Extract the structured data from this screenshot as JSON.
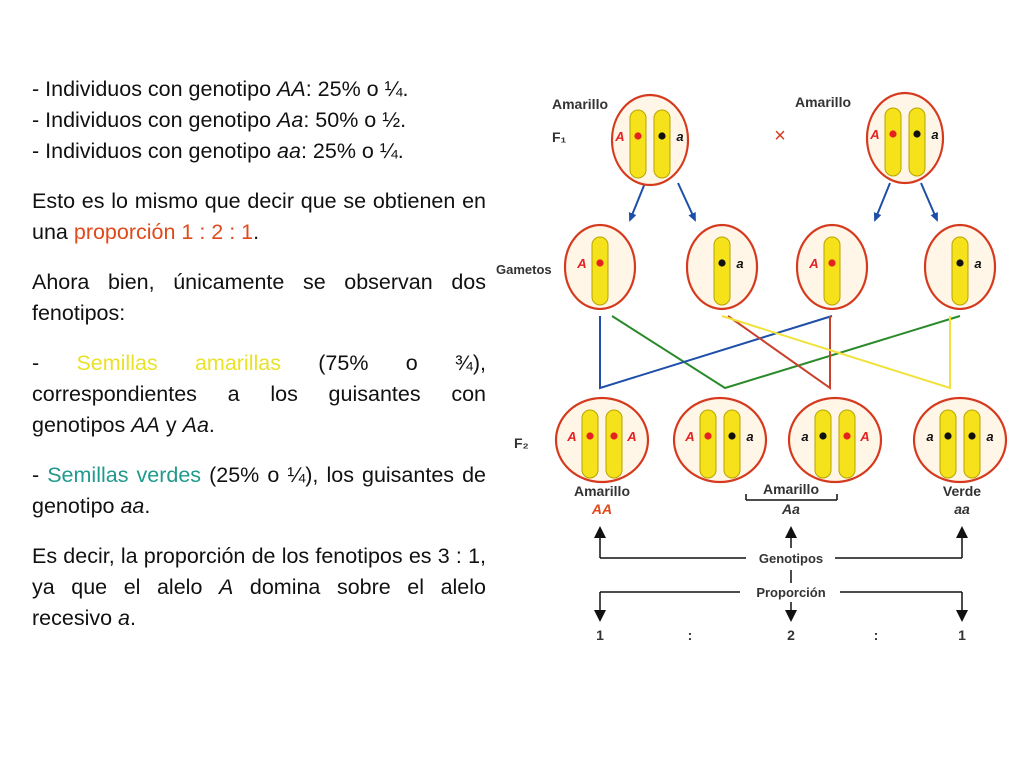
{
  "text": {
    "genotype_lines": [
      {
        "prefix": "- Individuos con genotipo ",
        "genotype": "AA",
        "suffix": ": 25% o ¼."
      },
      {
        "prefix": "- Individuos con genotipo ",
        "genotype": "Aa",
        "suffix": ": 50% o ½."
      },
      {
        "prefix": "- Individuos con genotipo ",
        "genotype": "aa",
        "suffix": ": 25% o ¼."
      }
    ],
    "proportion_para": {
      "before": "Esto es lo mismo que decir que se obtienen en una ",
      "highlight": "proporción 1 : 2 : 1",
      "after": "."
    },
    "phenotypes_intro": "Ahora bien, únicamente se observan dos fenotipos:",
    "yellow_para": {
      "dash": "- ",
      "highlight": "Semillas amarillas",
      "middle": " (75% o ¾), correspondientes a los guisantes con genotipos ",
      "g1": "AA",
      "and": " y ",
      "g2": "Aa",
      "end": "."
    },
    "green_para": {
      "dash": "- ",
      "highlight": "Semillas verdes",
      "middle": " (25% o ¼), los guisantes de genotipo ",
      "g1": "aa",
      "end": "."
    },
    "conclusion_para": {
      "before": "Es decir, la proporción de los fenotipos es 3 : 1, ya que el alelo ",
      "allele_dom": "A",
      "middle": " domina sobre el alelo recesivo ",
      "allele_rec": "a",
      "end": "."
    }
  },
  "diagram": {
    "f1_label": "F₁",
    "f2_label": "F₂",
    "gametes_label": "Gametos",
    "parent_left_label": "Amarillo",
    "parent_right_label": "Amarillo",
    "cross_symbol": "×",
    "parent_left_alleles": [
      "A",
      "a"
    ],
    "parent_right_alleles": [
      "A",
      "a"
    ],
    "gametes": [
      "A",
      "a",
      "A",
      "a"
    ],
    "offspring": [
      {
        "alleles": [
          "A",
          "A"
        ]
      },
      {
        "alleles": [
          "A",
          "a"
        ]
      },
      {
        "alleles": [
          "a",
          "A"
        ]
      },
      {
        "alleles": [
          "a",
          "a"
        ]
      }
    ],
    "phenotype_labels": {
      "left": "Amarillo",
      "middle": "Amarillo",
      "right": "Verde"
    },
    "genotype_labels": {
      "left": "AA",
      "middle": "Aa",
      "right": "aa"
    },
    "genotypes_title": "Genotipos",
    "proportion_title": "Proporción",
    "ratio": [
      "1",
      ":",
      "2",
      ":",
      "1"
    ],
    "colors": {
      "cell_outline": "#d63a1e",
      "cell_fill": "#fff6e8",
      "chromosome": "#f5e21a",
      "allele_dominant_dot": "#e52222",
      "allele_recessive_dot": "#111111",
      "allele_dominant_text": "#e52222",
      "arrow_blue": "#1e4fa8",
      "line_green": "#2a8a2a",
      "line_blue": "#1e4fa8",
      "line_yellow": "#f0e23a",
      "line_red": "#c8412a"
    }
  }
}
